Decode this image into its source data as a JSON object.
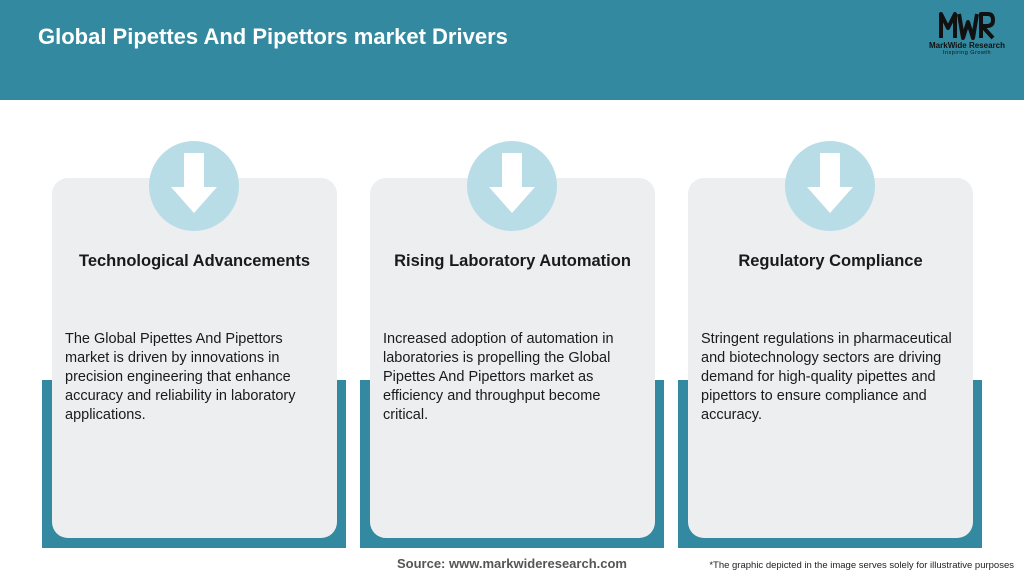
{
  "header": {
    "title": "Global Pipettes And Pipettors market Drivers"
  },
  "logo": {
    "mark": "MWR",
    "name": "MarkWide Research",
    "tagline": "Inspiring Growth"
  },
  "cards": [
    {
      "title": "Technological Advancements",
      "text": "The Global Pipettes And Pipettors market is driven by innovations in precision engineering that enhance accuracy and reliability in laboratory applications.",
      "icon": "down-arrow-icon"
    },
    {
      "title": "Rising Laboratory Automation",
      "text": "Increased adoption of automation in laboratories is propelling the Global Pipettes And Pipettors market as efficiency and throughput become critical.",
      "icon": "down-arrow-icon"
    },
    {
      "title": "Regulatory Compliance",
      "text": "Stringent regulations in pharmaceutical and biotechnology sectors are driving demand for high-quality pipettes and pipettors to ensure compliance and accuracy.",
      "icon": "down-arrow-icon"
    }
  ],
  "footer": {
    "source": "Source: www.markwideresearch.com",
    "disclaimer": "*The graphic depicted in the image serves solely for illustrative purposes"
  },
  "colors": {
    "header": "#338aa0",
    "card": "#eceef0",
    "circle": "#b9dde7"
  }
}
